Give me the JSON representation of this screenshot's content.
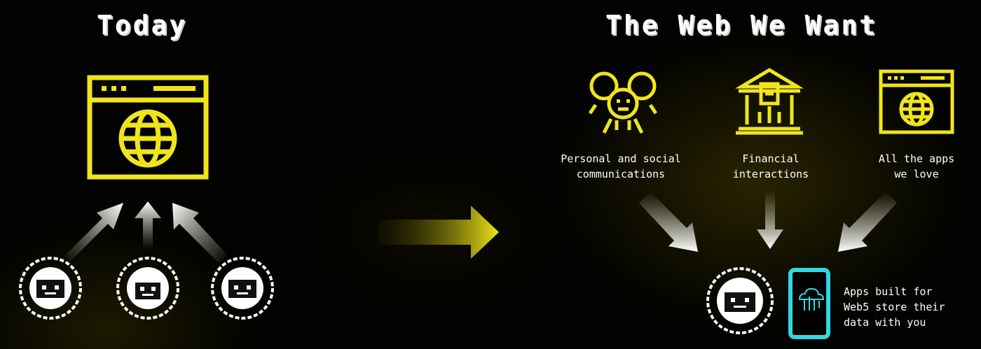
{
  "left": {
    "title": "Today"
  },
  "right": {
    "title": "The Web We Want",
    "items": [
      {
        "line1": "Personal and social",
        "line2": "communications",
        "icon": "people-icon"
      },
      {
        "line1": "Financial",
        "line2": "interactions",
        "icon": "bank-icon"
      },
      {
        "line1": "All the apps",
        "line2": "we love",
        "icon": "browser-globe-icon"
      }
    ],
    "caption": {
      "line1": "Apps built for",
      "line2": "Web5 store their",
      "line3": "data with you"
    }
  },
  "colors": {
    "accent": "#f0e51a",
    "phone": "#33d6e0",
    "white": "#ffffff",
    "background": "#000000"
  }
}
